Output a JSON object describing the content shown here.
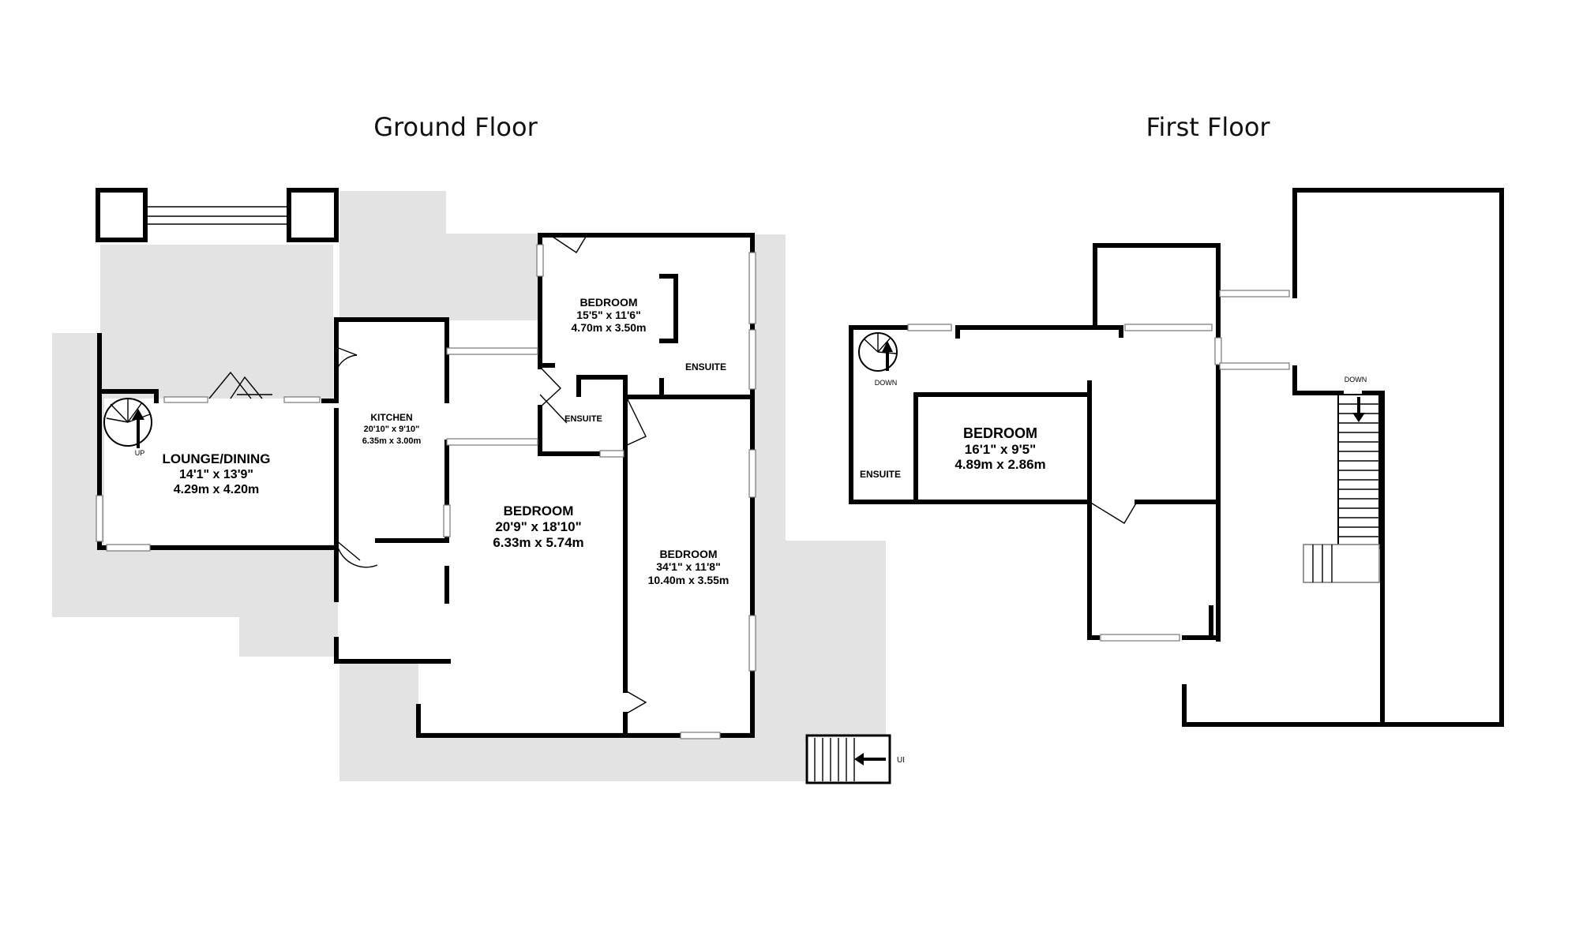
{
  "floors": {
    "ground": {
      "title": "Ground Floor",
      "rooms": {
        "lounge": {
          "name": "LOUNGE/DINING",
          "imperial": "14'1\"  x 13'9\"",
          "metric": "4.29m  x 4.20m"
        },
        "kitchen": {
          "name": "KITCHEN",
          "imperial": "20'10\"  x 9'10\"",
          "metric": "6.35m  x 3.00m"
        },
        "bedroom_top": {
          "name": "BEDROOM",
          "imperial": "15'5\"  x 11'6\"",
          "metric": "4.70m  x 3.50m"
        },
        "ensuite_top": {
          "name": "ENSUITE"
        },
        "ensuite_mid": {
          "name": "ENSUITE"
        },
        "bedroom_mid": {
          "name": "BEDROOM",
          "imperial": "20'9\"  x 18'10\"",
          "metric": "6.33m  x 5.74m"
        },
        "bedroom_right": {
          "name": "BEDROOM",
          "imperial": "34'1\"  x 11'8\"",
          "metric": "10.40m  x 3.55m"
        }
      },
      "stair_labels": {
        "spiral": "UP",
        "external": "UI"
      }
    },
    "first": {
      "title": "First Floor",
      "rooms": {
        "bedroom": {
          "name": "BEDROOM",
          "imperial": "16'1\"  x 9'5\"",
          "metric": "4.89m  x 2.86m"
        },
        "ensuite": {
          "name": "ENSUITE"
        }
      },
      "stair_labels": {
        "spiral": "DOWN",
        "straight": "DOWN"
      }
    }
  }
}
